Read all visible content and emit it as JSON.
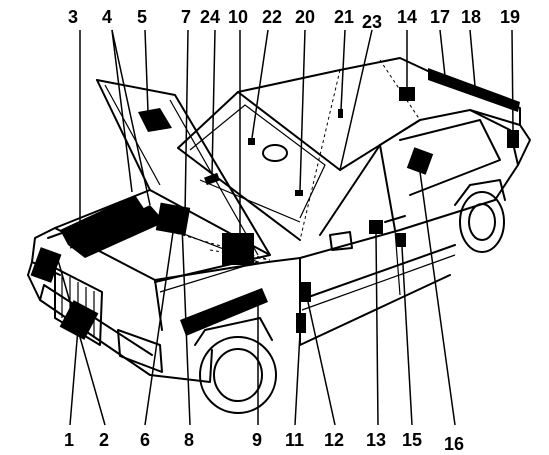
{
  "diagram": {
    "top_numbers": [
      "3",
      "4",
      "5",
      "7",
      "24",
      "10",
      "22",
      "20",
      "21",
      "23",
      "14",
      "17",
      "18",
      "19"
    ],
    "bottom_numbers": [
      "1",
      "2",
      "6",
      "8",
      "9",
      "11",
      "12",
      "13",
      "15",
      "16"
    ]
  }
}
